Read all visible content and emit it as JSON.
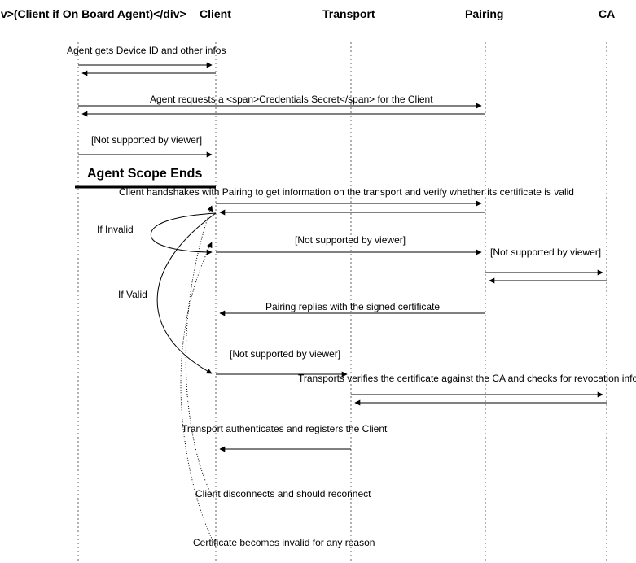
{
  "participants": [
    {
      "id": "agent",
      "label": "iv>(Client if On Board Agent)</div>"
    },
    {
      "id": "client",
      "label": "Client"
    },
    {
      "id": "transport",
      "label": "Transport"
    },
    {
      "id": "pairing",
      "label": "Pairing"
    },
    {
      "id": "ca",
      "label": "CA"
    }
  ],
  "messages": [
    {
      "text": "Agent gets Device ID and other infos"
    },
    {
      "text": "Agent requests a <span>Credentials Secret</span> for the Client"
    },
    {
      "text": "[Not supported by viewer]"
    },
    {
      "text": "Client handshakes with Pairing to get information on the transport and verify whether its certificate is valid"
    },
    {
      "text": "[Not supported by viewer]"
    },
    {
      "text": "[Not supported by viewer]"
    },
    {
      "text": "Pairing replies with the signed certificate"
    },
    {
      "text": "[Not supported by viewer]"
    },
    {
      "text": "Transports verifies the certificate against the CA and checks for revocation info"
    },
    {
      "text": "Transport authenticates and registers the Client"
    },
    {
      "text": "Client disconnects and should reconnect"
    },
    {
      "text": "Certificate becomes invalid for any reason"
    }
  ],
  "annotations": {
    "scope_end": "Agent Scope Ends",
    "if_invalid": "If Invalid",
    "if_valid": "If Valid"
  }
}
